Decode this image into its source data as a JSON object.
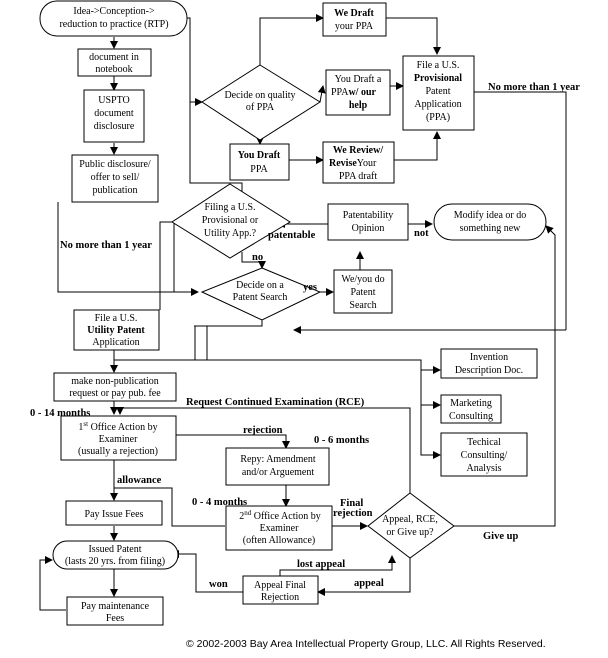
{
  "nodes": {
    "rtp": [
      "Idea->Conception->",
      "reduction to practice    (RTP)"
    ],
    "notebook": [
      "document in",
      "notebook"
    ],
    "uspto": [
      "USPTO",
      "document",
      "disclosure"
    ],
    "public": [
      "Public disclosure/",
      "offer to sell/",
      "publication"
    ],
    "decide_ppa": [
      "Decide on quality",
      "of PPA"
    ],
    "we_draft": [
      "We Draft",
      "your PPA"
    ],
    "you_draft_w": [
      "You Draft a",
      "PPA",
      "w/ our",
      "help"
    ],
    "you_draft": [
      "You Draft",
      "PPA"
    ],
    "we_review": [
      "We Review/",
      "Revise",
      "Your",
      "PPA draft"
    ],
    "file_ppa": [
      "File a U.S.",
      "Provisional",
      "Patent",
      "Application",
      "(PPA)"
    ],
    "filing_dec": [
      "Filing a U.S.",
      "Provisional or",
      "Utility App.?"
    ],
    "patentability": [
      "Patentability",
      "Opinion"
    ],
    "modify": [
      "Modify idea or do",
      "something new"
    ],
    "decide_search": [
      "Decide on a",
      "Patent Search"
    ],
    "we_do_search": [
      "We/you do",
      "Patent",
      "Search"
    ],
    "file_utility": [
      "File a U.S.",
      "Utility Patent",
      "Application"
    ],
    "non_pub": [
      "make non-publication",
      "request or pay pub. fee"
    ],
    "invention_doc": [
      "Invention",
      "Description Doc."
    ],
    "marketing": [
      "Marketing",
      "Consulting"
    ],
    "technical": [
      "Techical",
      "Consulting/",
      "Analysis"
    ],
    "office_action_1": [
      "1",
      "st",
      " Office Action by",
      "Examiner",
      "(usually a rejection)"
    ],
    "reply": [
      "Repy: Amendment",
      "and/or Arguement"
    ],
    "pay_issue": [
      "Pay Issue Fees"
    ],
    "office_action_2": [
      "2",
      "nd",
      " Office Action by",
      "Examiner",
      "(often Allowance)"
    ],
    "appeal_dec": [
      "Appeal, RCE,",
      "or Give up?"
    ],
    "issued": [
      "Issued Patent",
      "(lasts 20 yrs. from filing)"
    ],
    "appeal_final": [
      "Appeal Final",
      "Rejection"
    ],
    "pay_maint": [
      "Pay maintenance",
      "Fees"
    ]
  },
  "labels": {
    "no_more_1yr_right": "No more than 1 year",
    "no_more_1yr_left": "No more than 1 year",
    "patentable": "patentable",
    "not": "not",
    "no": "no",
    "yes": "yes",
    "rce": "Request Continued  Examination (RCE)",
    "months_0_14": "0 - 14 months",
    "rejection": "rejection",
    "months_0_6": "0 - 6 months",
    "allowance": "allowance",
    "months_0_4": "0 - 4 months",
    "final_rejection": [
      "Final",
      "rejection"
    ],
    "give_up": "Give up",
    "lost_appeal": "lost appeal",
    "won": "won",
    "appeal": "appeal"
  },
  "copyright": "© 2002-2003 Bay Area Intellectual Property Group, LLC. All Rights Reserved."
}
